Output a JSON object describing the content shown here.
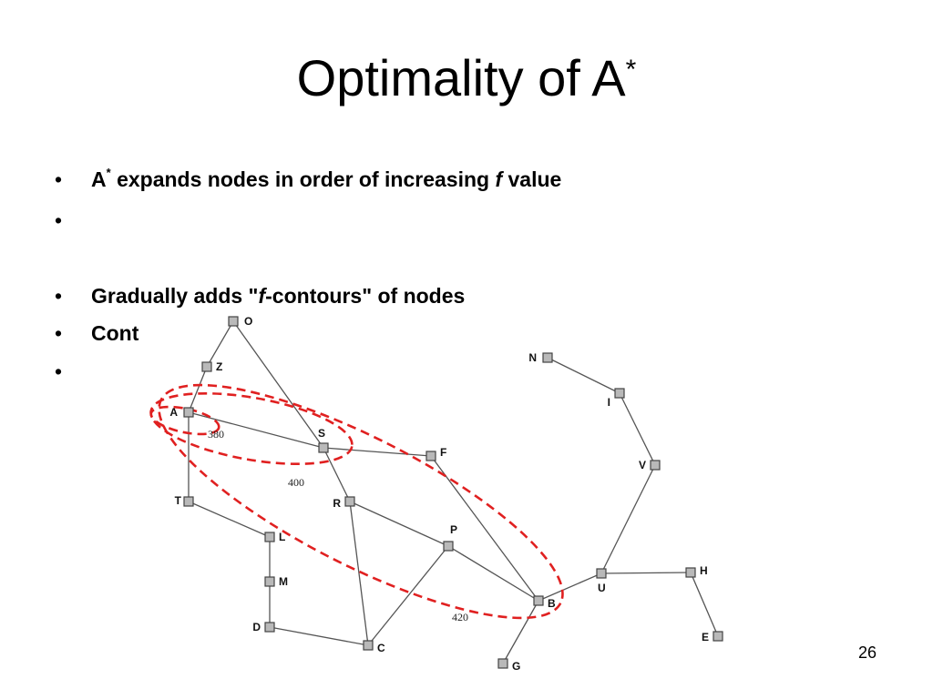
{
  "slide": {
    "title": "Optimality of A",
    "title_sup": "*",
    "page_number": "26"
  },
  "bullets": [
    {
      "marker": "•",
      "pre": "A",
      "sup": "*",
      "mid": " expands nodes in order of increasing ",
      "em": "f",
      "post": " value"
    },
    {
      "marker": "•",
      "pre": "",
      "sup": "",
      "mid": "",
      "em": "",
      "post": ""
    },
    {
      "marker": "•",
      "pre": "Gradually adds \"",
      "sup": "",
      "mid": "",
      "em": "f",
      "post": "-contours\" of nodes"
    },
    {
      "marker": "•",
      "pre": "Cont",
      "sup": "",
      "mid": "",
      "em": "",
      "post": ""
    },
    {
      "marker": "•",
      "pre": "",
      "sup": "",
      "mid": "",
      "em": "",
      "post": ""
    }
  ],
  "graph": {
    "nodes": [
      "O",
      "Z",
      "A",
      "S",
      "F",
      "R",
      "P",
      "T",
      "L",
      "M",
      "D",
      "C",
      "B",
      "G",
      "U",
      "H",
      "E",
      "N",
      "I",
      "V"
    ],
    "edges": [
      [
        "O",
        "Z"
      ],
      [
        "Z",
        "A"
      ],
      [
        "O",
        "S"
      ],
      [
        "A",
        "S"
      ],
      [
        "A",
        "T"
      ],
      [
        "S",
        "F"
      ],
      [
        "S",
        "R"
      ],
      [
        "T",
        "L"
      ],
      [
        "L",
        "M"
      ],
      [
        "M",
        "D"
      ],
      [
        "D",
        "C"
      ],
      [
        "R",
        "C"
      ],
      [
        "R",
        "P"
      ],
      [
        "P",
        "C"
      ],
      [
        "P",
        "B"
      ],
      [
        "F",
        "B"
      ],
      [
        "B",
        "G"
      ],
      [
        "B",
        "U"
      ],
      [
        "U",
        "H"
      ],
      [
        "H",
        "E"
      ],
      [
        "U",
        "V"
      ],
      [
        "V",
        "I"
      ],
      [
        "I",
        "N"
      ]
    ],
    "contours": [
      {
        "label": "380"
      },
      {
        "label": "400"
      },
      {
        "label": "420"
      }
    ],
    "contour_color": "#e02020"
  }
}
